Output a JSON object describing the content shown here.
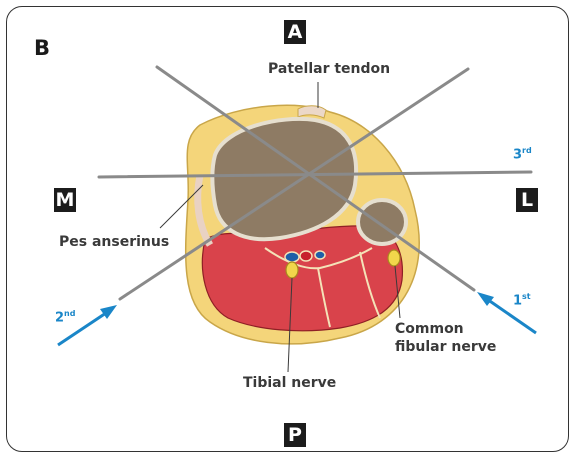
{
  "panel_label": "B",
  "orientation": {
    "anterior": "A",
    "posterior": "P",
    "medial": "M",
    "lateral": "L"
  },
  "labels": {
    "patellar_tendon": "Patellar tendon",
    "pes_anserinus": "Pes anserinus",
    "common_fibular_nerve_line1": "Common",
    "common_fibular_nerve_line2": "fibular nerve",
    "tibial_nerve": "Tibial nerve"
  },
  "needle_passes": [
    {
      "order": "1",
      "suffix": "st"
    },
    {
      "order": "2",
      "suffix": "nd"
    },
    {
      "order": "3",
      "suffix": "rd"
    }
  ],
  "colors": {
    "frame": "#333333",
    "fat": "#f4d57a",
    "muscle": "#d9434b",
    "bone": "#8e7b64",
    "cortex": "#e6dfcf",
    "nerve": "#f2d64b",
    "artery": "#c8202b",
    "vein": "#1f5fa8",
    "arrow": "#1a86c8",
    "needle": "#8a8a8a"
  }
}
